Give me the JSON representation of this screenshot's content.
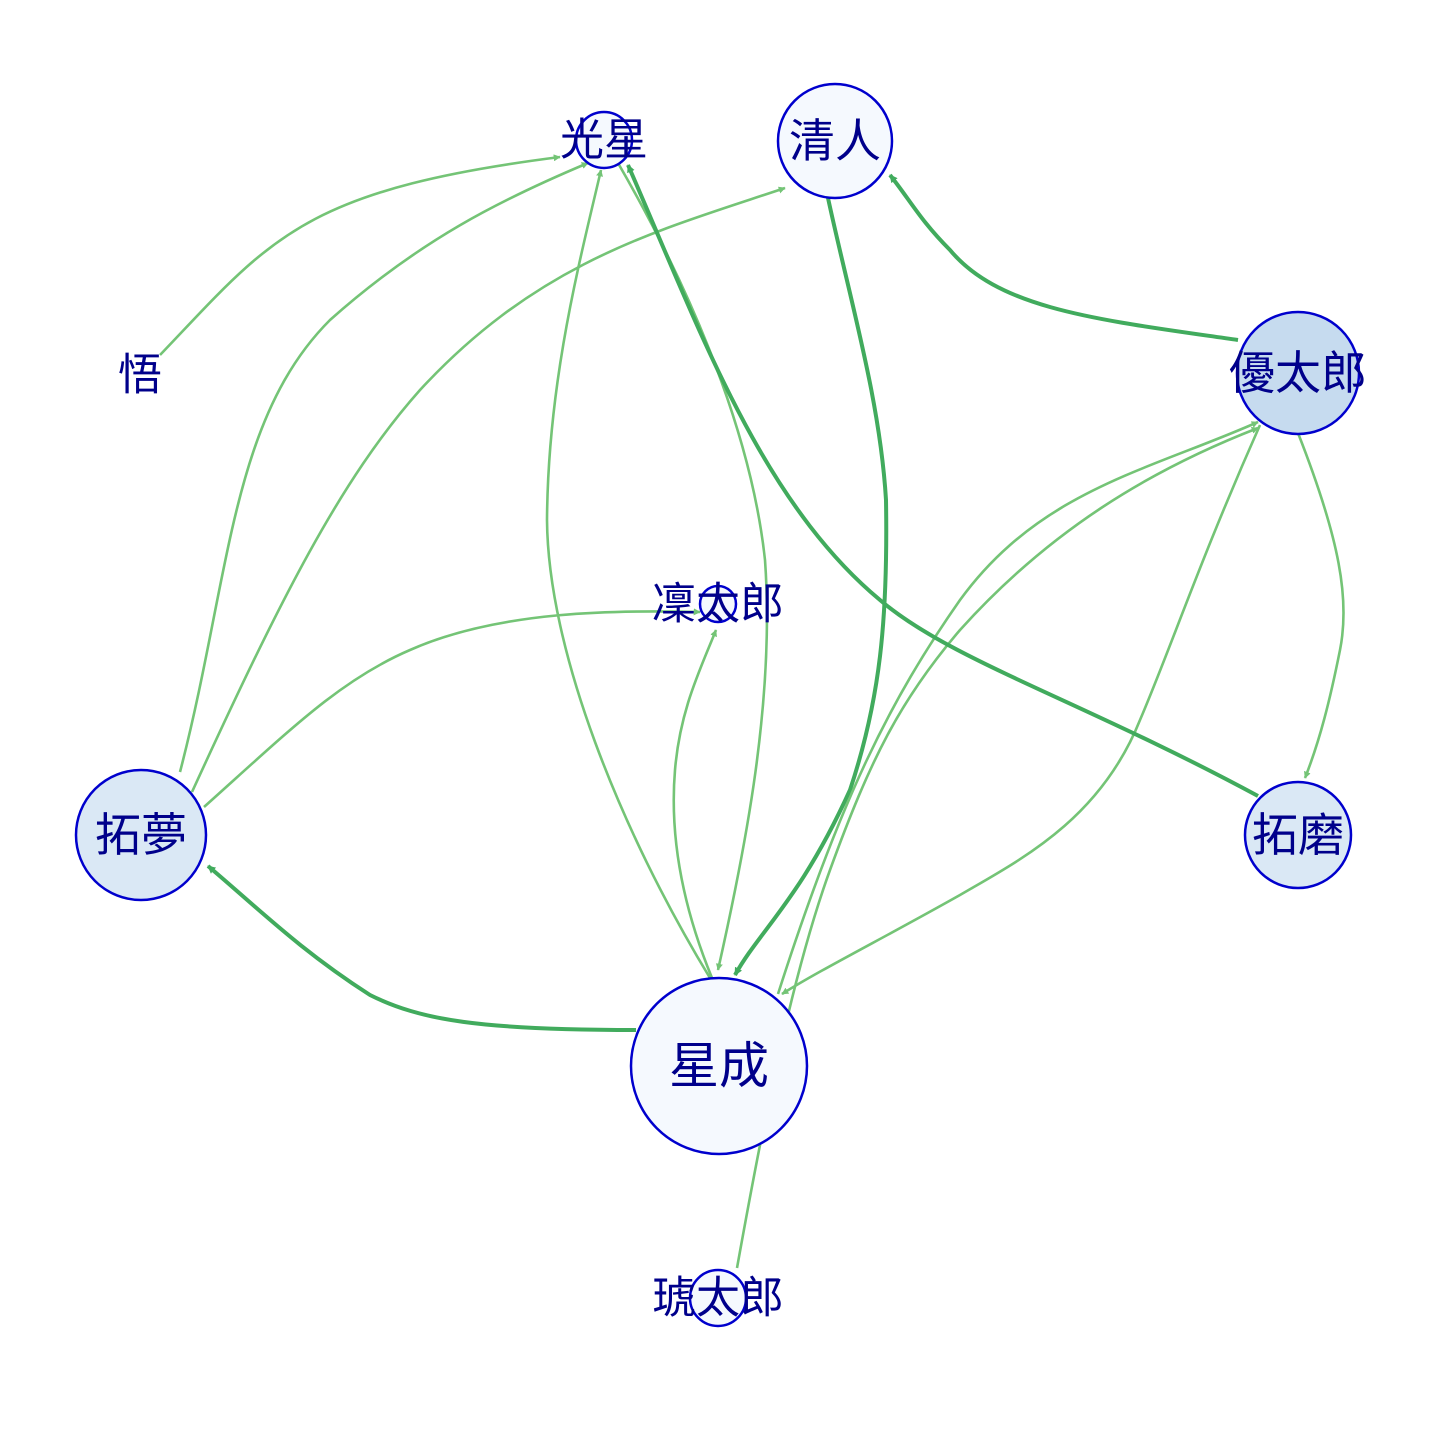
{
  "colors": {
    "edge_light": "#74c476",
    "edge_dark": "#41ab5d",
    "node_stroke": "#0000cd",
    "label": "#00008b"
  },
  "nodes": [
    {
      "id": "koboshi",
      "label": "光星",
      "fill": "#f5f9fe"
    },
    {
      "id": "kiyoto",
      "label": "清人",
      "fill": "#f5f9fe"
    },
    {
      "id": "satoru",
      "label": "悟",
      "fill": "#f5f9fe"
    },
    {
      "id": "yutaro",
      "label": "優太郎",
      "fill": "#c6dbef"
    },
    {
      "id": "rintaro",
      "label": "凜太郎",
      "fill": "#f5f9fe"
    },
    {
      "id": "takumu",
      "label": "拓夢",
      "fill": "#dae8f5"
    },
    {
      "id": "takuma",
      "label": "拓磨",
      "fill": "#dae8f5"
    },
    {
      "id": "seina",
      "label": "星成",
      "fill": "#f5f9fe"
    },
    {
      "id": "kotaro",
      "label": "琥太郎",
      "fill": "#f5f9fe"
    }
  ],
  "edges": [
    {
      "source": "satoru",
      "target": "koboshi",
      "weight": 1
    },
    {
      "source": "takumu",
      "target": "koboshi",
      "weight": 1
    },
    {
      "source": "takumu",
      "target": "kiyoto",
      "weight": 1
    },
    {
      "source": "takumu",
      "target": "rintaro",
      "weight": 1
    },
    {
      "source": "seina",
      "target": "koboshi",
      "weight": 1
    },
    {
      "source": "koboshi",
      "target": "seina",
      "weight": 1
    },
    {
      "source": "seina",
      "target": "rintaro",
      "weight": 1
    },
    {
      "source": "kiyoto",
      "target": "seina",
      "weight": 2
    },
    {
      "source": "yutaro",
      "target": "kiyoto",
      "weight": 2
    },
    {
      "source": "yutaro",
      "target": "takuma",
      "weight": 1
    },
    {
      "source": "seina",
      "target": "yutaro",
      "weight": 1
    },
    {
      "source": "kotaro",
      "target": "yutaro",
      "weight": 1
    },
    {
      "source": "yutaro",
      "target": "seina",
      "weight": 1
    },
    {
      "source": "takuma",
      "target": "koboshi",
      "weight": 2
    },
    {
      "source": "seina",
      "target": "takumu",
      "weight": 2
    }
  ]
}
